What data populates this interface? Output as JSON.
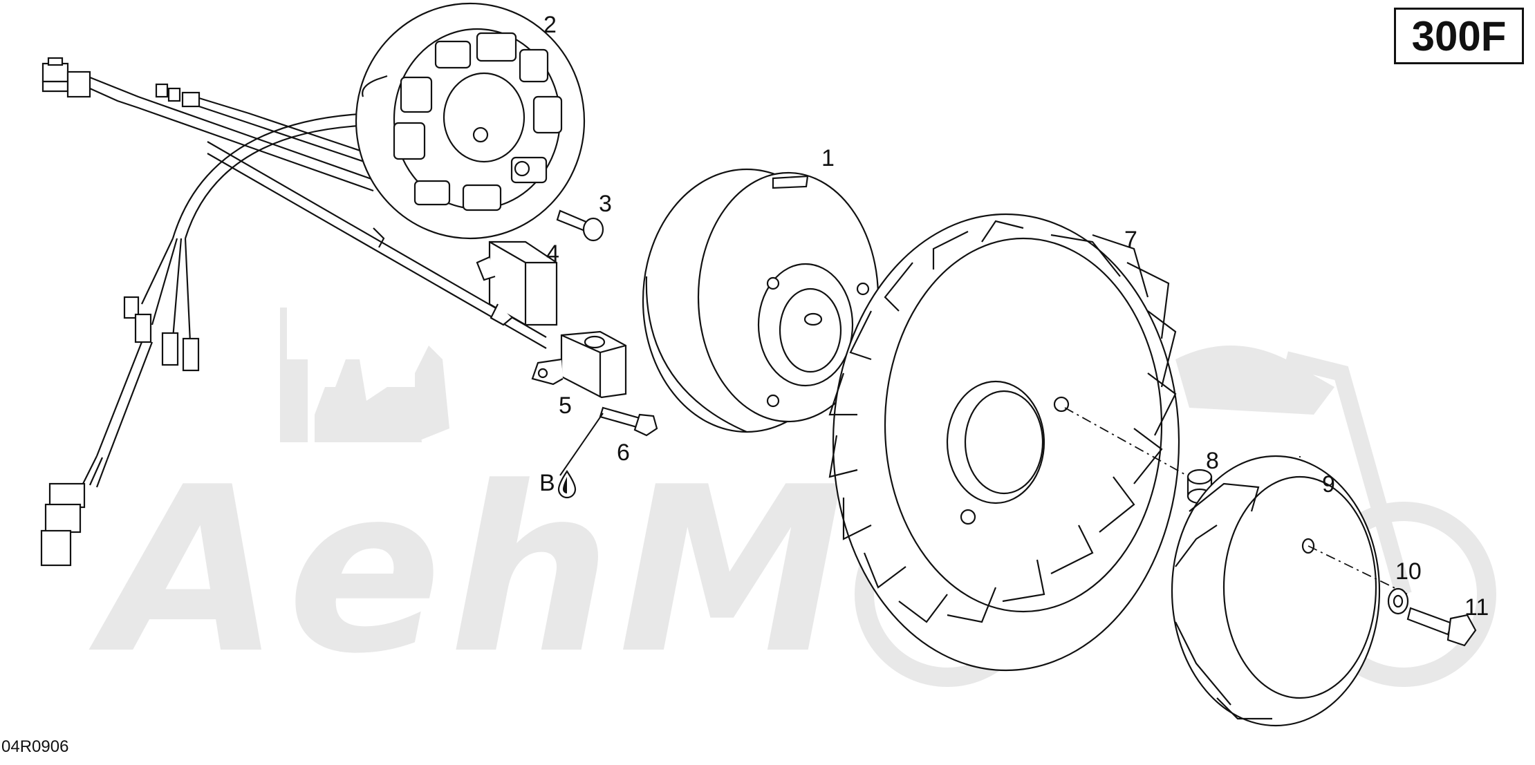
{
  "diagram": {
    "model_badge": "300F",
    "drawing_code": "04R0906",
    "watermark": "AehM",
    "callouts": [
      {
        "id": "1",
        "label": "1"
      },
      {
        "id": "2",
        "label": "2"
      },
      {
        "id": "3",
        "label": "3"
      },
      {
        "id": "4",
        "label": "4"
      },
      {
        "id": "5",
        "label": "5"
      },
      {
        "id": "6",
        "label": "6"
      },
      {
        "id": "7",
        "label": "7"
      },
      {
        "id": "8",
        "label": "8"
      },
      {
        "id": "9",
        "label": "9"
      },
      {
        "id": "10",
        "label": "10"
      },
      {
        "id": "11",
        "label": "11"
      }
    ],
    "lubricant_mark": "B"
  },
  "colors": {
    "line": "#111111",
    "watermark": "#e6e6e6"
  },
  "icons": [
    "oil-drop-icon"
  ]
}
